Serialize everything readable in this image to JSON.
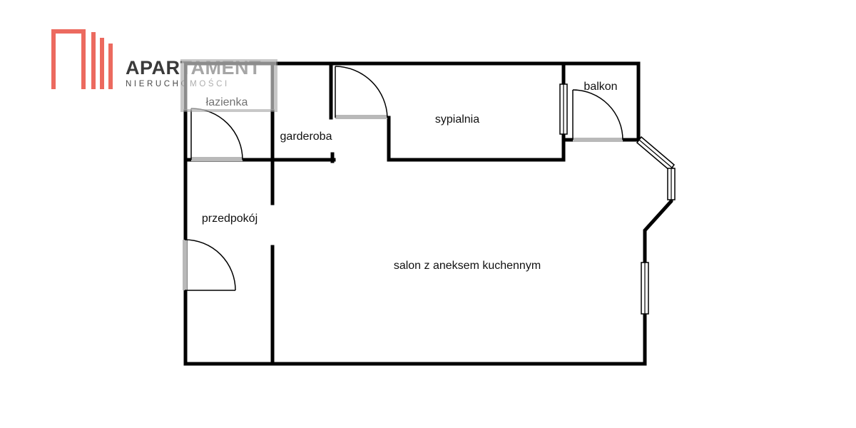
{
  "logo": {
    "name": "APARTAMENT",
    "subtitle": "NIERUCHOMOŚCI",
    "color": "#ec6a5f"
  },
  "rooms": {
    "bathroom": "łazienka",
    "wardrobe": "garderoba",
    "bedroom": "sypialnia",
    "balcony": "balkon",
    "hallway": "przedpokój",
    "living": "salon z aneksem kuchennym"
  },
  "colors": {
    "wall": "#000000",
    "door_threshold": "#b9b9b9",
    "watermark_overlay": "#ffffff"
  }
}
